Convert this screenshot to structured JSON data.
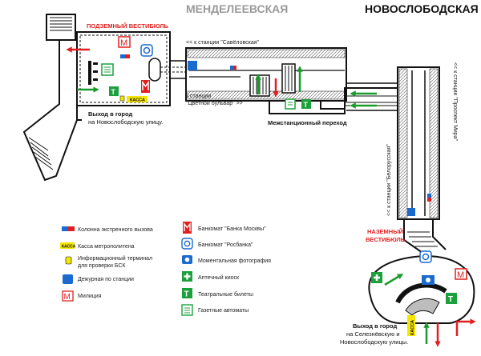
{
  "stations": {
    "mendeleevskaya": "МЕНДЕЛЕЕВСКАЯ",
    "novoslobodskaya": "НОВОСЛОБОДСКАЯ"
  },
  "labels": {
    "underground_lobby": "ПОДЗЕМНЫЙ ВЕСТИБЮЛЬ",
    "ground_lobby_line1": "НАЗЕМНЫЙ",
    "ground_lobby_line2": "ВЕСТИБЮЛЬ",
    "to_savelovskaya": "<< к станции \"Савёловская\"",
    "to_tsvetnoy_line1": "к станции",
    "to_tsvetnoy_line2": "\"Цветной бульвар\" >>",
    "to_prospekt_mira": "<< к станции \"Проспект Мира\"",
    "to_belorusskaya": "<< к станции \"Белорусская\"",
    "transfer_passage": "Межстанционный переход",
    "exit1_line1": "Выход в город",
    "exit1_line2": "на Новослободскую улицу.",
    "exit2_line1": "Выход в город",
    "exit2_line2": "на Селезнёвскую и",
    "exit2_line3": "Новослободскую улицы.",
    "kassa_badge": "КАССА",
    "theatre_badge": "Т",
    "police_badge": "М"
  },
  "legend": [
    {
      "icon": "emergency-call-column-icon",
      "text": "Колонна экстренного вызова"
    },
    {
      "icon": "ticket-office-icon",
      "text": "Касса метрополитена"
    },
    {
      "icon": "info-terminal-icon",
      "text": "Информационный терминал для проверки БСК"
    },
    {
      "icon": "station-attendant-icon",
      "text": "Дежурная по станции"
    },
    {
      "icon": "police-icon",
      "text": "Милиция"
    },
    {
      "icon": "atm-bank-moscow-icon",
      "text": "Банкомат \"Банка Москвы\""
    },
    {
      "icon": "atm-rosbank-icon",
      "text": "Банкомат \"Росбанка\""
    },
    {
      "icon": "photo-booth-icon",
      "text": "Моментальная фотография"
    },
    {
      "icon": "pharmacy-kiosk-icon",
      "text": "Аптечный киоск"
    },
    {
      "icon": "theatre-tickets-icon",
      "text": "Театральные билеты"
    },
    {
      "icon": "newspaper-machines-icon",
      "text": "Газетные автоматы"
    }
  ],
  "legend_texts": {
    "emergency": "Колонна экстренного вызова",
    "kassa": "Касса метрополитена",
    "terminal_line1": "Информационный терминал",
    "terminal_line2": "для проверки БСК",
    "attendant": "Дежурная по станции",
    "police": "Милиция",
    "atm_bm": "Банкомат \"Банка Москвы\"",
    "atm_rb": "Банкомат \"Росбанка\"",
    "photo": "Моментальная фотография",
    "pharmacy": "Аптечный киоск",
    "theatre": "Театральные билеты",
    "newspaper": "Газетные автоматы"
  },
  "colors": {
    "wall": "#111111",
    "station_title": "#999999",
    "station_title_dark": "#111111",
    "accent_red": "#e02020",
    "arrow_green": "#1a9a2a",
    "pharmacy_green": "#1ca03c",
    "attendant_blue": "#1a6ad0",
    "kassa_yellow": "#f5e600"
  }
}
